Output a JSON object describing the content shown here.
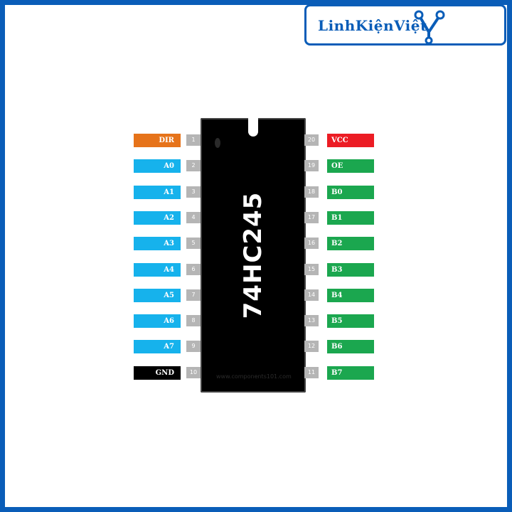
{
  "colors": {
    "frame": "#0a5db8",
    "dir": "#e6731a",
    "a": "#16b2ec",
    "gnd": "#000000",
    "vcc": "#ec1c24",
    "green": "#1ba74f"
  },
  "logo": {
    "text": "LinhKiệnViệt"
  },
  "chip": {
    "name": "74HC245",
    "watermark": "www.components101.com"
  },
  "left_pins": [
    {
      "num": "1",
      "label": "DIR",
      "color": "dir"
    },
    {
      "num": "2",
      "label": "A0",
      "color": "a"
    },
    {
      "num": "3",
      "label": "A1",
      "color": "a"
    },
    {
      "num": "4",
      "label": "A2",
      "color": "a"
    },
    {
      "num": "5",
      "label": "A3",
      "color": "a"
    },
    {
      "num": "6",
      "label": "A4",
      "color": "a"
    },
    {
      "num": "7",
      "label": "A5",
      "color": "a"
    },
    {
      "num": "8",
      "label": "A6",
      "color": "a"
    },
    {
      "num": "9",
      "label": "A7",
      "color": "a"
    },
    {
      "num": "10",
      "label": "GND",
      "color": "gnd"
    }
  ],
  "right_pins": [
    {
      "num": "20",
      "label": "VCC",
      "color": "vcc"
    },
    {
      "num": "19",
      "label": "OE",
      "color": "green"
    },
    {
      "num": "18",
      "label": "B0",
      "color": "green"
    },
    {
      "num": "17",
      "label": "B1",
      "color": "green"
    },
    {
      "num": "16",
      "label": "B2",
      "color": "green"
    },
    {
      "num": "15",
      "label": "B3",
      "color": "green"
    },
    {
      "num": "14",
      "label": "B4",
      "color": "green"
    },
    {
      "num": "13",
      "label": "B5",
      "color": "green"
    },
    {
      "num": "12",
      "label": "B6",
      "color": "green"
    },
    {
      "num": "11",
      "label": "B7",
      "color": "green"
    }
  ]
}
